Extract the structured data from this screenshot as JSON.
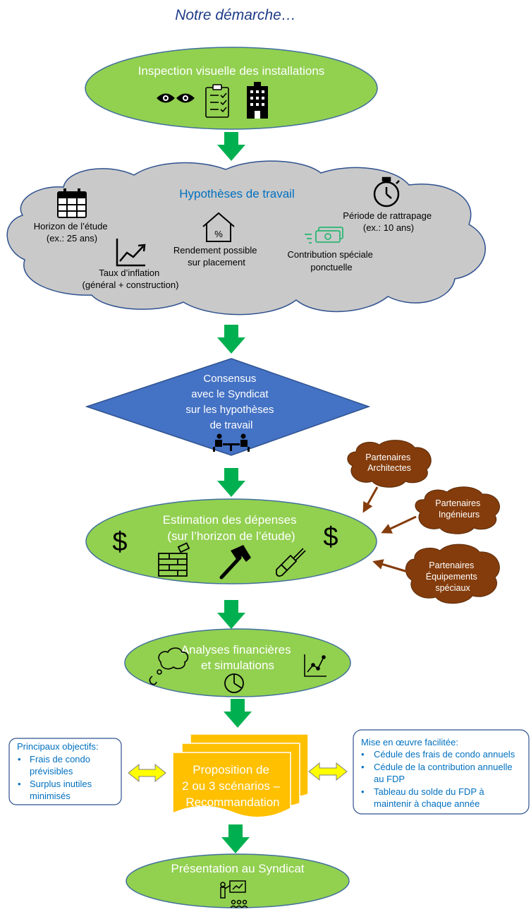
{
  "title": "Notre démarche…",
  "steps": {
    "inspection": {
      "label": "Inspection visuelle des installations"
    },
    "hypotheses": {
      "title": "Hypothèses de travail",
      "horizon": [
        "Horizon de l’étude",
        "(ex.: 25 ans)"
      ],
      "inflation": [
        "Taux d’inflation",
        "(général + construction)"
      ],
      "rendement": [
        "Rendement possible",
        "sur placement"
      ],
      "rattrapage": [
        "Période de rattrapage",
        "(ex.: 10 ans)"
      ],
      "contribution": [
        "Contribution spéciale",
        "ponctuelle"
      ]
    },
    "consensus": {
      "lines": [
        "Consensus",
        "avec le Syndicat",
        "sur les hypothèses",
        "de travail"
      ]
    },
    "estimation": {
      "lines": [
        "Estimation des dépenses",
        "(sur l’horizon de l’étude)"
      ],
      "currency_symbol": "$"
    },
    "analyses": {
      "lines": [
        "Analyses financières",
        "et simulations"
      ]
    },
    "proposition": {
      "lines": [
        "Proposition de",
        "2 ou 3 scénarios –",
        "Recommandation"
      ]
    },
    "presentation": {
      "label": "Présentation au Syndicat"
    }
  },
  "partners": [
    {
      "lines": [
        "Partenaires",
        "Architectes"
      ]
    },
    {
      "lines": [
        "Partenaires",
        "Ingénieurs"
      ]
    },
    {
      "lines": [
        "Partenaires",
        "Équipements",
        "spéciaux"
      ]
    }
  ],
  "objectives": {
    "title": "Principaux objectifs:",
    "items": [
      [
        "Frais de condo",
        "prévisibles"
      ],
      [
        "Surplus inutiles",
        "minimisés"
      ]
    ]
  },
  "implementation": {
    "title": "Mise en œuvre facilitée:",
    "items": [
      [
        "Cédule des frais de condo annuels"
      ],
      [
        "Cédule de la contribution annuelle",
        "au FDP"
      ],
      [
        "Tableau du solde du FDP à",
        "maintenir à chaque année"
      ]
    ]
  },
  "colors": {
    "ellipse_fill": "#92d050",
    "ellipse_stroke": "#41719c",
    "cloud_fill": "#c9c9c9",
    "cloud_stroke": "#2f528f",
    "diamond_fill": "#4472c4",
    "partner_fill": "#843c0c",
    "doc_fill": "#ffc000",
    "down_arrow": "#00b050",
    "side_arrow_fill": "#ffff00",
    "partner_arrow": "#843c0c",
    "accent_blue": "#0070c0",
    "title_blue": "#1f3c88"
  },
  "icons": [
    "eyes-icon",
    "clipboard-checklist-icon",
    "building-icon",
    "calendar-icon",
    "chart-rising-icon",
    "house-percent-icon",
    "stopwatch-icon",
    "money-icon",
    "dollar-icon",
    "brick-wall-icon",
    "hammer-icon",
    "paintbrush-icon",
    "thought-bubble-icon",
    "line-chart-icon",
    "pie-chart-icon",
    "presenter-icon",
    "meeting-icon"
  ]
}
